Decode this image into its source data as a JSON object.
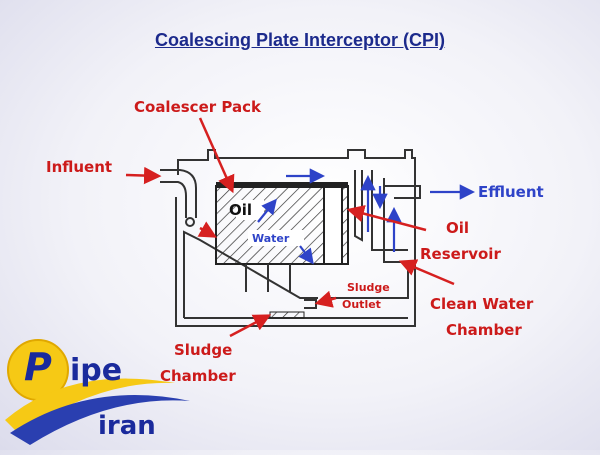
{
  "title": "Coalescing Plate Interceptor (CPI)",
  "labels": {
    "coalescer_pack": "Coalescer Pack",
    "influent": "Influent",
    "effluent": "Effluent",
    "oil_reservoir_line1": "Oil",
    "oil_reservoir_line2": "Reservoir",
    "clean_water_line1": "Clean Water",
    "clean_water_line2": "Chamber",
    "sludge_outlet_line1": "Sludge",
    "sludge_outlet_line2": "Outlet",
    "sludge_chamber_line1": "Sludge",
    "sludge_chamber_line2": "Chamber",
    "oil": "Oil",
    "water": "Water"
  },
  "logo": {
    "letter_p": "P",
    "word1": "ipe",
    "word2": "iran"
  },
  "colors": {
    "title": "#1c2a8c",
    "red_label": "#cc1a1a",
    "blue_label": "#2e43c8",
    "blue_arrow": "#2e43c8",
    "red_arrow": "#d62020"
  }
}
